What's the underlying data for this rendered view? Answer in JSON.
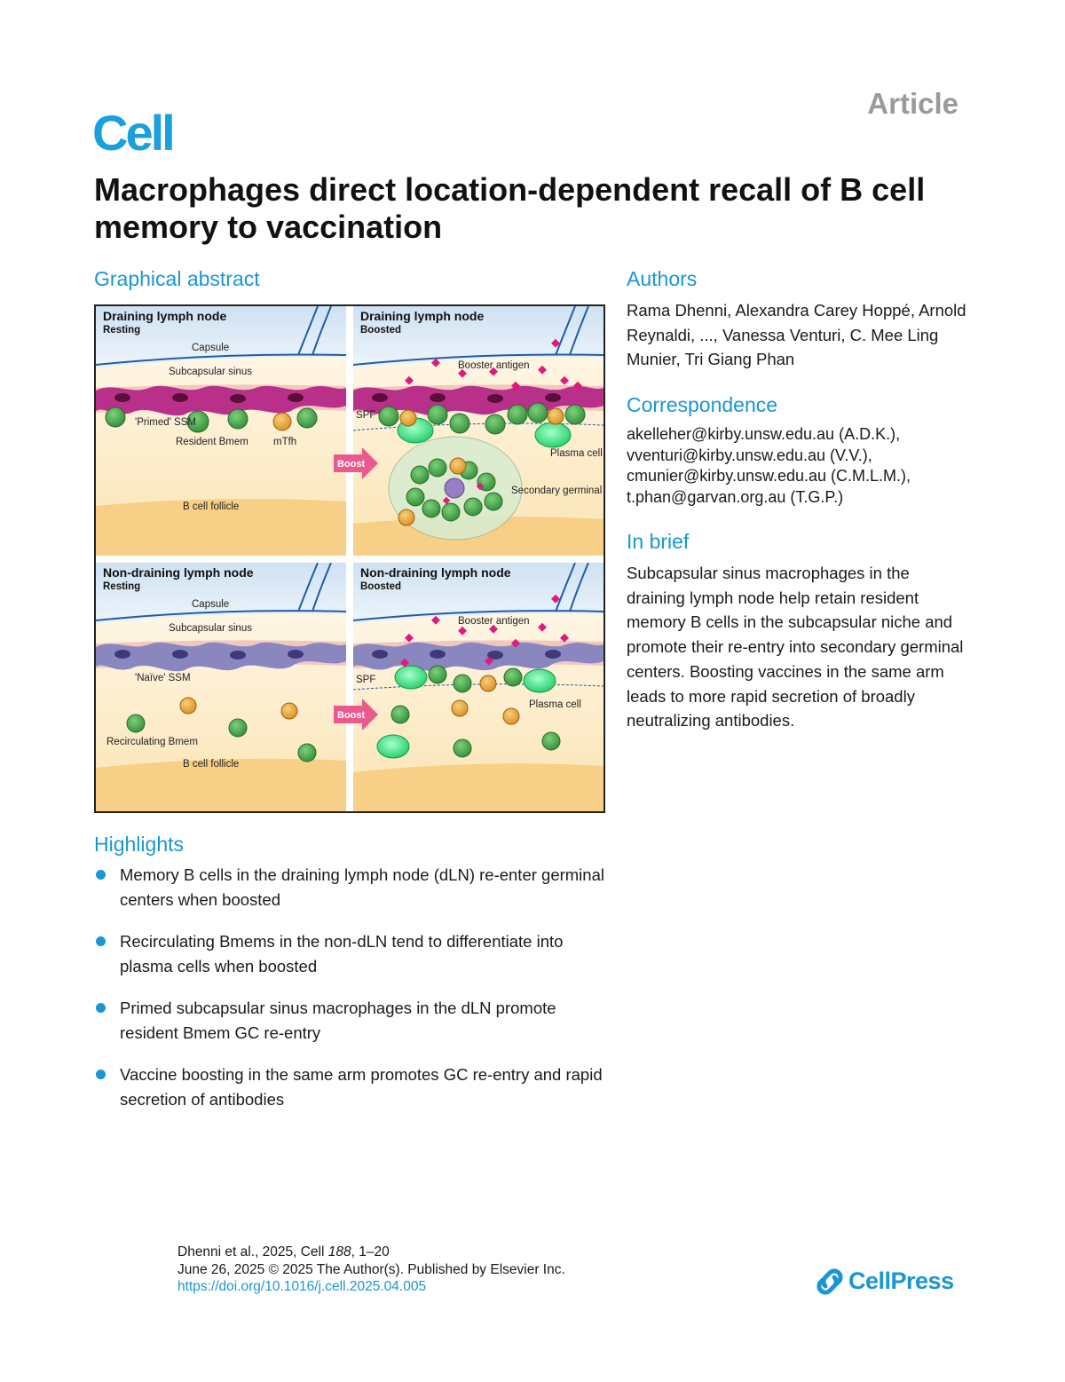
{
  "header": {
    "article_label": "Article",
    "journal_logo": "Cell",
    "title": "Macrophages direct location-dependent recall of B cell memory to vaccination"
  },
  "graphical_abstract": {
    "heading": "Graphical abstract",
    "panels": [
      {
        "title": "Draining lymph node",
        "subtitle": "Resting",
        "labels": [
          "Capsule",
          "Subcapsular sinus",
          "'Primed' SSM",
          "Resident Bmem",
          "mTfh",
          "B cell follicle"
        ]
      },
      {
        "title": "Draining lymph node",
        "subtitle": "Boosted",
        "labels": [
          "Booster antigen",
          "SPF",
          "Plasma cell",
          "Secondary germinal center"
        ]
      },
      {
        "title": "Non-draining lymph node",
        "subtitle": "Resting",
        "labels": [
          "Capsule",
          "Subcapsular sinus",
          "'Naïve' SSM",
          "Recirculating Bmem",
          "B cell follicle"
        ]
      },
      {
        "title": "Non-draining lymph node",
        "subtitle": "Boosted",
        "labels": [
          "Booster antigen",
          "SPF",
          "Plasma cell"
        ]
      }
    ],
    "boost_label": "Boost",
    "colors": {
      "primed_macrophage": "#b8308a",
      "naive_macrophage": "#8a86c0",
      "bmem_cell": "#4aa84a",
      "plasma_cell": "#2ee07a",
      "mtfh_cell": "#e8a840",
      "antigen": "#e2187a",
      "follicle": "#f7d9a0"
    }
  },
  "authors": {
    "heading": "Authors",
    "text": "Rama Dhenni, Alexandra Carey Hoppé, Arnold Reynaldi, ..., Vanessa Venturi, C. Mee Ling Munier, Tri Giang Phan"
  },
  "correspondence": {
    "heading": "Correspondence",
    "emails": [
      "akelleher@kirby.unsw.edu.au (A.D.K.),",
      "vventuri@kirby.unsw.edu.au (V.V.),",
      "cmunier@kirby.unsw.edu.au (C.M.L.M.),",
      "t.phan@garvan.org.au (T.G.P.)"
    ]
  },
  "in_brief": {
    "heading": "In brief",
    "text": "Subcapsular sinus macrophages in the draining lymph node help retain resident memory B cells in the subcapsular niche and promote their re-entry into secondary germinal centers. Boosting vaccines in the same arm leads to more rapid secretion of broadly neutralizing antibodies."
  },
  "highlights": {
    "heading": "Highlights",
    "items": [
      "Memory B cells in the draining lymph node (dLN) re-enter germinal centers when boosted",
      "Recirculating Bmems in the non-dLN tend to differentiate into plasma cells when boosted",
      "Primed subcapsular sinus macrophages in the dLN promote resident Bmem GC re-entry",
      "Vaccine boosting in the same arm promotes GC re-entry and rapid secretion of antibodies"
    ]
  },
  "footer": {
    "citation_prefix": "Dhenni et al., 2025, Cell ",
    "citation_volume": "188",
    "citation_pages": ", 1–20",
    "date_line": "June 26, 2025 © 2025 The Author(s). Published by Elsevier Inc.",
    "doi": "https://doi.org/10.1016/j.cell.2025.04.005",
    "publisher_logo": "CellPress"
  }
}
